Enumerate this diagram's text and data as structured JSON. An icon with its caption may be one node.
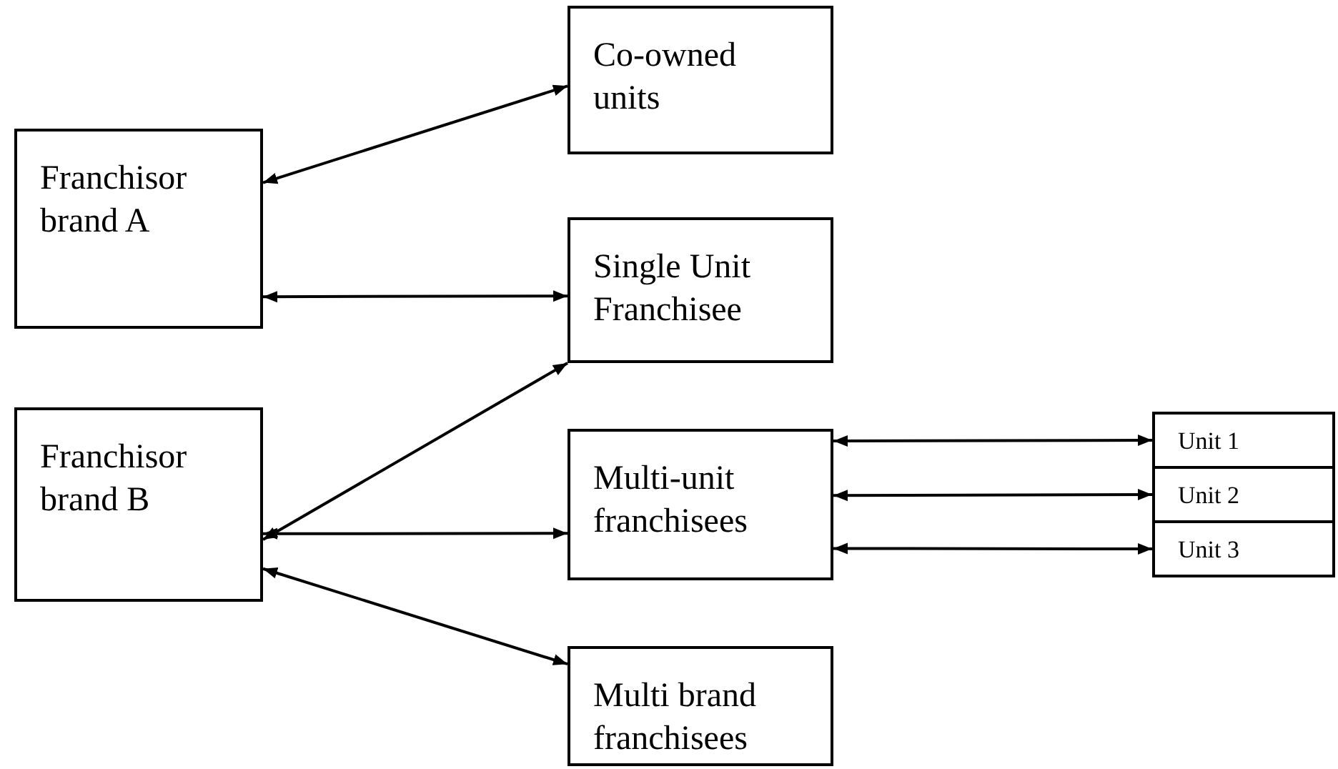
{
  "diagram": {
    "nodes": [
      {
        "text": [
          "Franchisor brand A"
        ]
      },
      {
        "text": [
          "Franchisor brand B"
        ]
      },
      {
        "text": [
          "Co-owned units"
        ]
      },
      {
        "text": [
          "Single Unit Franchisee"
        ]
      },
      {
        "text": [
          "Multi-unit franchisees"
        ]
      },
      {
        "text": [
          "Multi brand franchisees"
        ]
      },
      {
        "text": [
          "Unit 1"
        ]
      },
      {
        "text": [
          "Unit 2"
        ]
      },
      {
        "text": [
          "Unit 3"
        ]
      }
    ],
    "edges": [
      {
        "from": 0,
        "to": 2,
        "arrow": "both"
      },
      {
        "from": 0,
        "to": 3,
        "arrow": "both"
      },
      {
        "from": 1,
        "to": 3,
        "arrow": "both"
      },
      {
        "from": 1,
        "to": 4,
        "arrow": "both"
      },
      {
        "from": 1,
        "to": 5,
        "arrow": "both"
      },
      {
        "from": 4,
        "to": 6,
        "arrow": "both"
      },
      {
        "from": 4,
        "to": 7,
        "arrow": "both"
      },
      {
        "from": 4,
        "to": 8,
        "arrow": "both"
      }
    ]
  }
}
